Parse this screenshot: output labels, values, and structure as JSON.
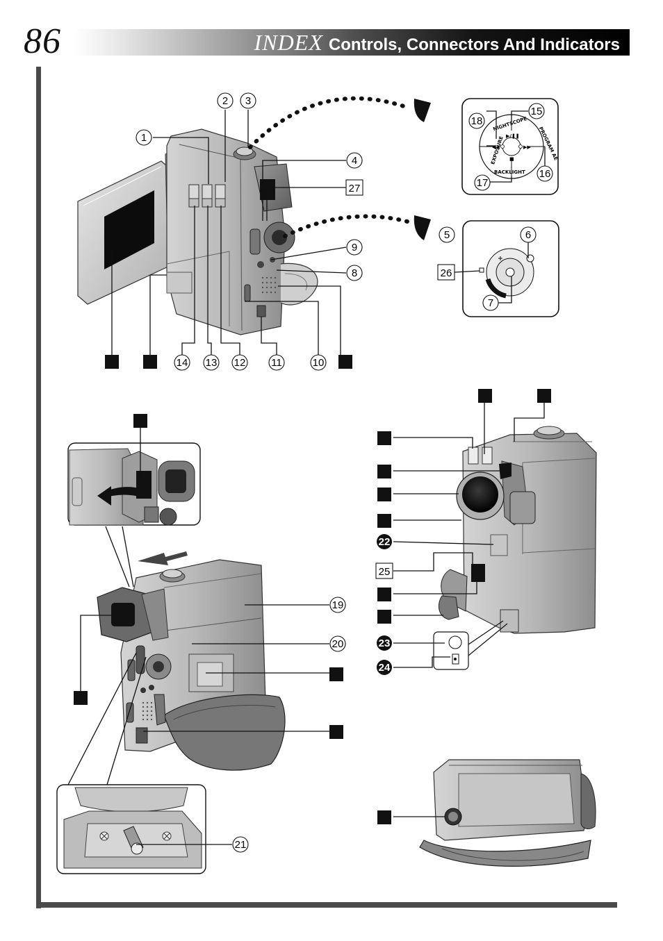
{
  "page": {
    "number": "86",
    "title_main": "INDEX",
    "title_sub": "Controls, Connectors And Indicators"
  },
  "callouts": {
    "c1": "1",
    "c2": "2",
    "c3": "3",
    "c4": "4",
    "c5": "5",
    "c6": "6",
    "c7": "7",
    "c8": "8",
    "c9": "9",
    "c10": "10",
    "c11": "11",
    "c12": "12",
    "c13": "13",
    "c14": "14",
    "c15": "15",
    "c16": "16",
    "c17": "17",
    "c18": "18",
    "c19": "19",
    "c20": "20",
    "c21": "21",
    "c22": "22",
    "c23": "23",
    "c24": "24",
    "c25": "25",
    "c26": "26",
    "c27": "27"
  },
  "dial_labels": {
    "nightscope": "NIGHTSCOPE",
    "exposure": "EXPOSURE",
    "program_ae": "PROGRAM AE",
    "backlight": "BACKLIGHT",
    "play_pause": "▶/❚❚",
    "rewind": "◀◀",
    "forward": "▶▶",
    "stop": "■"
  },
  "icon_names": [
    "camera-top-view-illustration",
    "camera-rear-view-illustration",
    "camera-front-view-illustration",
    "camera-bottom-view-illustration"
  ]
}
